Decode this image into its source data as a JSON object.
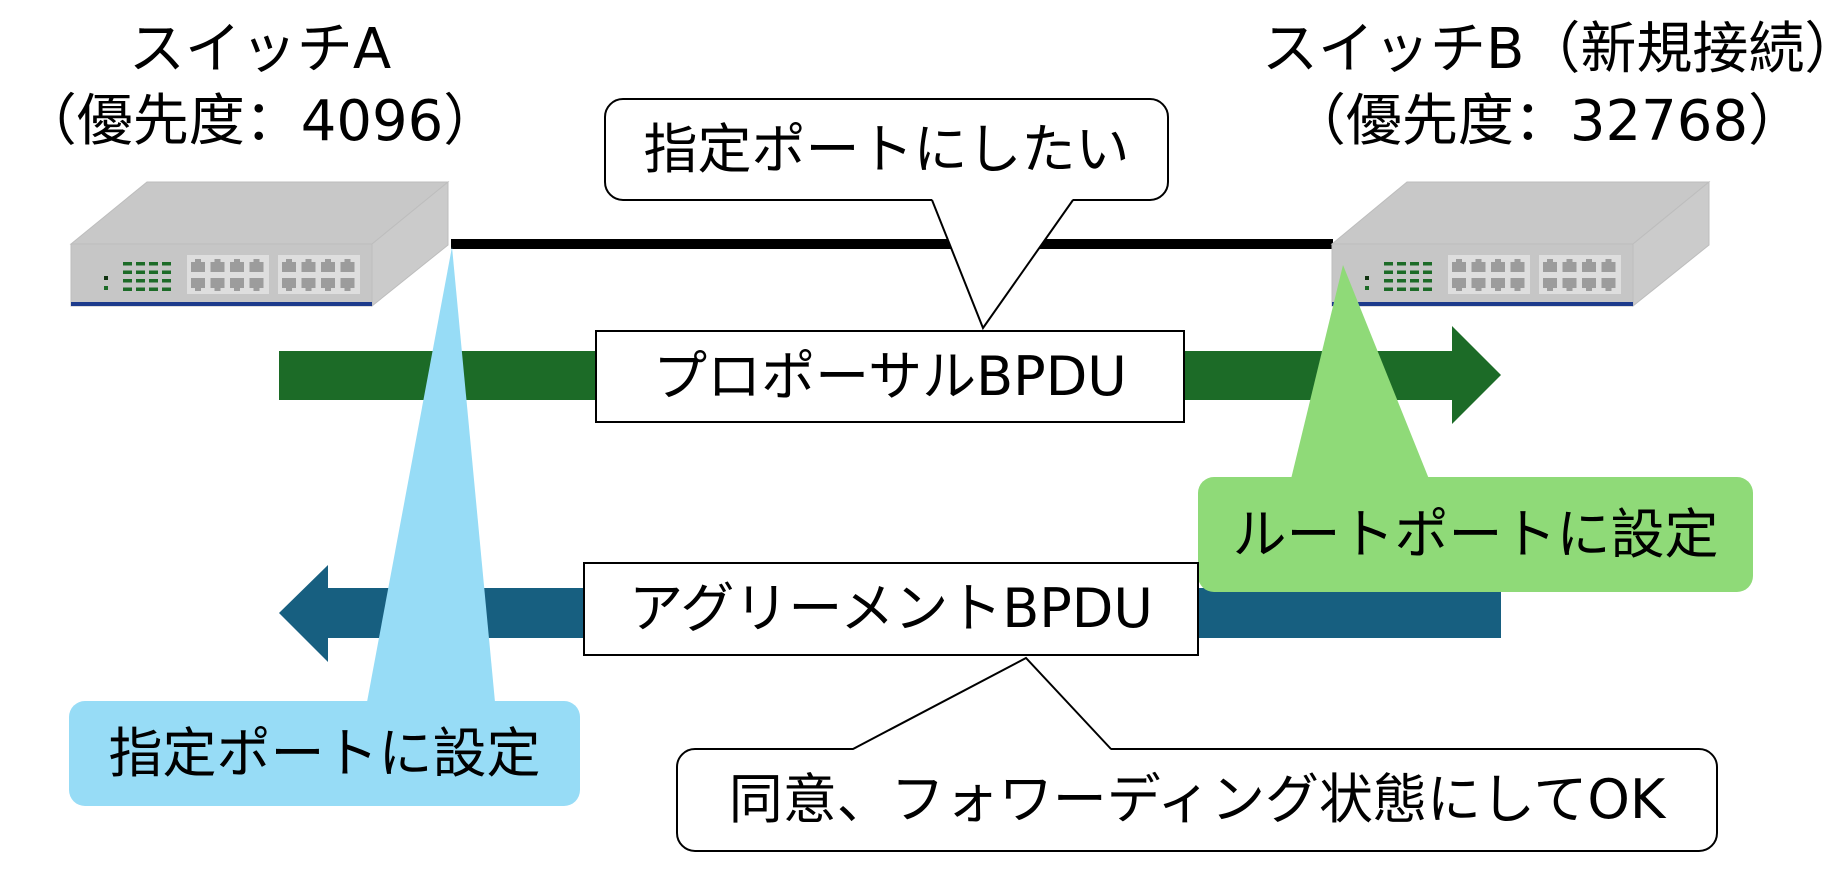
{
  "switch_a": {
    "name": "スイッチA",
    "priority_label": "（優先度：4096）"
  },
  "switch_b": {
    "name": "スイッチB（新規接続）",
    "priority_label": "（優先度：32768）"
  },
  "callouts": {
    "want_designated": "指定ポートにしたい",
    "agree_ok": "同意、フォワーディング状態にしてOK"
  },
  "messages": {
    "proposal": "プロポーサルBPDU",
    "agreement": "アグリーメントBPDU"
  },
  "port_roles": {
    "switch_a_role": "指定ポートに設定",
    "switch_b_role": "ルートポートに設定"
  },
  "colors": {
    "proposal_arrow": "#1c6b27",
    "agreement_arrow": "#175f80",
    "designated_port": "#97dcf6",
    "root_port": "#8fda78",
    "switch_body": "#c8c8c8",
    "link": "#000000"
  }
}
